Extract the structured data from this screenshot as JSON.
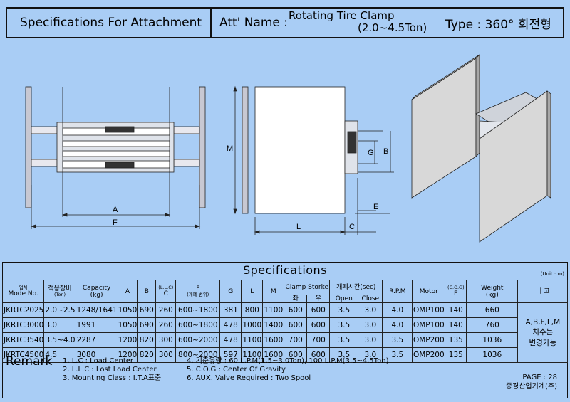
{
  "header": {
    "title": "Specifications For Attachment",
    "att_name_label": "Att' Name :",
    "att_name_line1": "Rotating Tire Clamp",
    "att_name_line2": "(2.0~4.5Ton)",
    "type_label": "Type : 360° 회전형"
  },
  "drawing": {
    "labels": {
      "A": "A",
      "F": "F",
      "M": "M",
      "L": "L",
      "C": "C",
      "G": "G",
      "B": "B",
      "E": "E"
    }
  },
  "specs": {
    "title": "Specifications",
    "unit": "(Unit : m)",
    "headers": {
      "model_kr": "업체",
      "model_en": "Mode No.",
      "tonnage_kr": "적용장비",
      "tonnage_en": "(Ton)",
      "capacity": "Capacity",
      "capacity_unit": "(kg)",
      "a": "A",
      "b": "B",
      "llc_top": "(L.L.C)",
      "llc": "C",
      "f": "F",
      "f_sub": "(개폐 범위)",
      "g": "G",
      "l": "L",
      "m": "M",
      "clamp_storke": "Clamp Storke",
      "clamp_left": "좌",
      "clamp_right": "우",
      "open_close_time": "개폐시간(sec)",
      "open": "Open",
      "close": "Close",
      "rpm": "R.P.M",
      "motor": "Motor",
      "cog_top": "(C.O.G)",
      "cog": "E",
      "weight": "Weight",
      "weight_unit": "(kg)",
      "note": "비 고"
    },
    "rows": [
      {
        "model": "JKRTC2025",
        "ton": "2.0~2.5",
        "capacity": "1248/1641",
        "a": "1050",
        "b": "690",
        "c": "260",
        "f": "600~1800",
        "g": "381",
        "l": "800",
        "m": "1100",
        "cl": "600",
        "cr": "600",
        "open": "3.5",
        "close": "3.0",
        "rpm": "4.0",
        "motor": "OMP100",
        "e": "140",
        "weight": "660"
      },
      {
        "model": "JKRTC3000",
        "ton": "3.0",
        "capacity": "1991",
        "a": "1050",
        "b": "690",
        "c": "260",
        "f": "600~1800",
        "g": "478",
        "l": "1000",
        "m": "1400",
        "cl": "600",
        "cr": "600",
        "open": "3.5",
        "close": "3.0",
        "rpm": "4.0",
        "motor": "OMP100",
        "e": "140",
        "weight": "760"
      },
      {
        "model": "JKRTC3540",
        "ton": "3.5~4.0",
        "capacity": "2287",
        "a": "1200",
        "b": "820",
        "c": "300",
        "f": "600~2000",
        "g": "478",
        "l": "1100",
        "m": "1600",
        "cl": "700",
        "cr": "700",
        "open": "3.5",
        "close": "3.0",
        "rpm": "3.5",
        "motor": "OMP200",
        "e": "135",
        "weight": "1036"
      },
      {
        "model": "JKRTC4500",
        "ton": "4.5",
        "capacity": "3080",
        "a": "1200",
        "b": "820",
        "c": "300",
        "f": "800~2000",
        "g": "597",
        "l": "1100",
        "m": "1600",
        "cl": "600",
        "cr": "600",
        "open": "3.5",
        "close": "3.0",
        "rpm": "3.5",
        "motor": "OMP200",
        "e": "135",
        "weight": "1036"
      }
    ],
    "note_line1": "A,B,F,L,M",
    "note_line2": "치수는",
    "note_line3": "변경가능"
  },
  "remark": {
    "label": "Remark",
    "left": [
      "1. L.C : Load Center",
      "2. L.L.C : Lost Load Center",
      "3. Mounting Class : I.T.A표준"
    ],
    "right": [
      "4. 기준유량 : 60 L.P.M(1.5~3.0Ton), 100 L.P.M(3.5~4.5Ton)",
      "5. C.O.G : Center Of Gravity",
      "6. AUX. Valve Required : Two Spool"
    ]
  },
  "footer": {
    "page": "PAGE : 28",
    "company": "중경산업기계(주)"
  },
  "colors": {
    "background": "#a9cdf5",
    "line": "#111111",
    "plate": "#ffffff"
  }
}
